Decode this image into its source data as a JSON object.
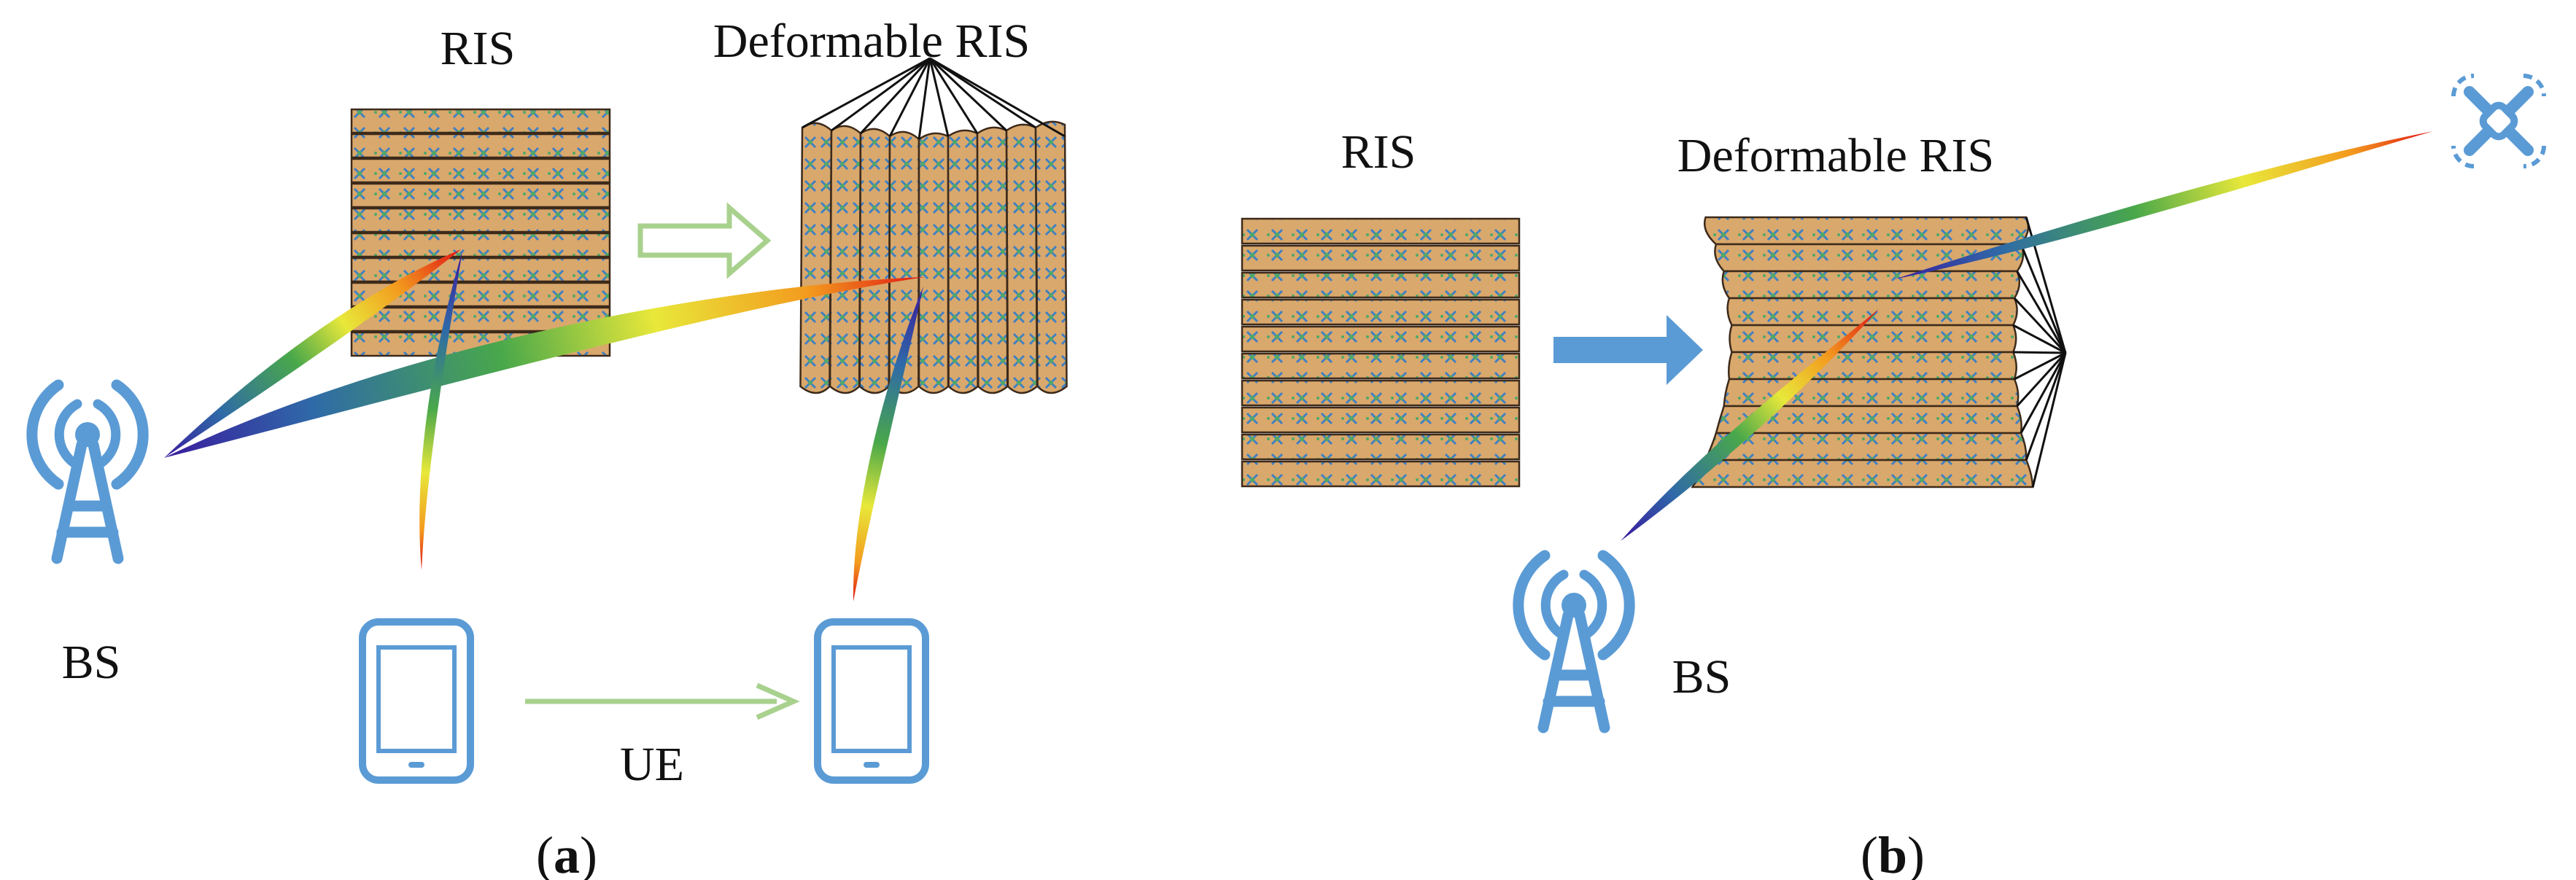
{
  "panel_a": {
    "ris_label": "RIS",
    "deformable_label": "Deformable RIS",
    "bs_label": "BS",
    "ue_label": "UE",
    "caption_open": "(",
    "caption_letter": "a",
    "caption_close": ")"
  },
  "panel_b": {
    "ris_label": "RIS",
    "deformable_label": "Deformable RIS",
    "bs_label": "BS",
    "caption_open": "(",
    "caption_letter": "b",
    "caption_close": ")"
  },
  "colors": {
    "device_blue": "#5b9bd5",
    "hollow_arrow_green": "#a9d18e",
    "arrow_blue": "#5b9bd5",
    "tile_fill": "#d9a86c",
    "tile_border": "#3d2a1a",
    "cell_blue": "#3f7fc4",
    "cell_green": "#4fa86a"
  },
  "icons": [
    "base-station-icon",
    "tablet-icon",
    "drone-icon"
  ]
}
